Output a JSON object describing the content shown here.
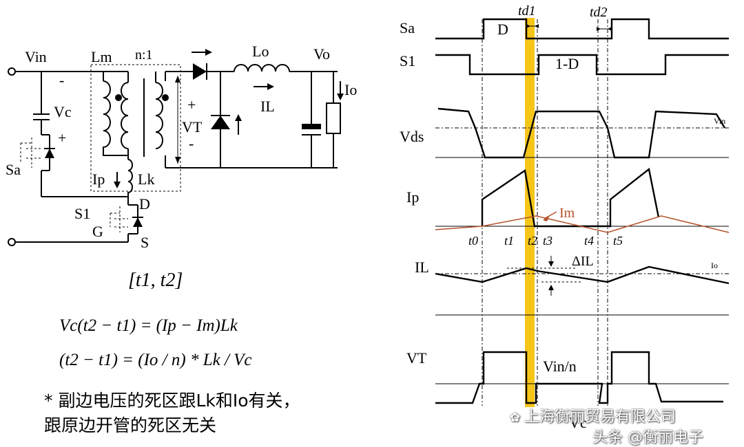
{
  "circuit": {
    "vin": "Vin",
    "lm": "Lm",
    "ratio": "n:1",
    "lo": "Lo",
    "vo": "Vo",
    "io": "Io",
    "minus": "-",
    "vc": "Vc",
    "plus": "+",
    "sa": "Sa",
    "vt_plus": "+",
    "vt": "VT",
    "vt_minus": "-",
    "il": "IL",
    "ip": "Ip",
    "lk": "Lk",
    "s1": "S1",
    "d": "D",
    "g": "G",
    "s": "S"
  },
  "interval": "[t1, t2]",
  "equations": {
    "eq1": "Vc(t2 − t1) = (Ip − Im)Lk",
    "eq2": "(t2 − t1) = (Io / n) * Lk / Vc"
  },
  "note": {
    "line1": "* 副边电压的死区跟Lk和Io有关，",
    "line2": "跟原边开管的死区无关"
  },
  "waveforms": {
    "td1": "td1",
    "td2": "td2",
    "sa": "Sa",
    "duty_d": "D",
    "s1": "S1",
    "duty_1d": "1-D",
    "vds": "Vds",
    "vin": "Vin",
    "ip": "Ip",
    "im": "Im",
    "t0": "t0",
    "t1": "t1",
    "t2": "t2",
    "t3": "t3",
    "t4": "t4",
    "t5": "t5",
    "il": "IL",
    "delta_il": "ΔIL",
    "io": "Io",
    "vt": "VT",
    "vin_n": "Vin/n",
    "vc": "Vc"
  },
  "watermark": {
    "company": "上海衡丽贸易有限公司",
    "source": "头条 @衡丽电子"
  },
  "colors": {
    "highlight": "#f5c518",
    "im_curve": "#b5502a",
    "watermark": "#ffffff"
  }
}
